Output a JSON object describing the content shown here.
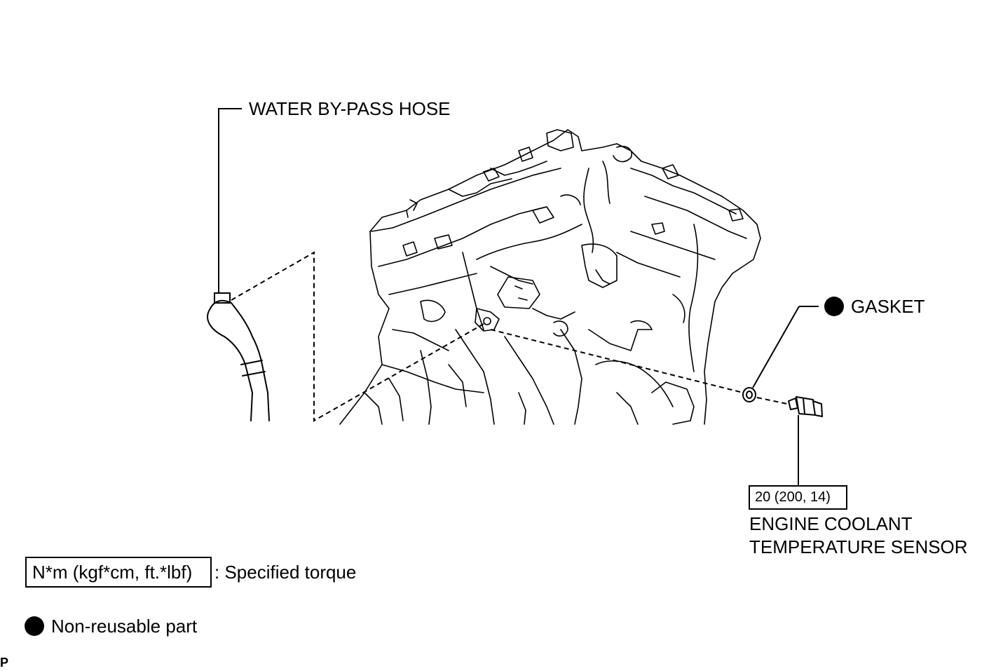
{
  "labels": {
    "water_bypass_hose": "WATER BY-PASS HOSE",
    "gasket": "GASKET",
    "torque_value": "20 (200, 14)",
    "sensor_line1": "ENGINE COOLANT",
    "sensor_line2": "TEMPERATURE SENSOR"
  },
  "legend": {
    "torque_unit": "N*m (kgf*cm, ft.*lbf)",
    "torque_desc": ": Specified torque",
    "nonreusable_desc": "Non-reusable part"
  },
  "corner_mark": "P"
}
